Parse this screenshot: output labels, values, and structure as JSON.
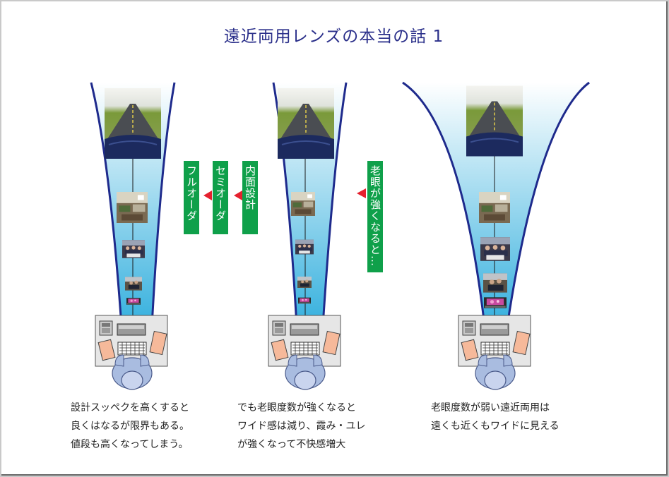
{
  "title": "遠近両用レンズの本当の話 1",
  "labels": {
    "full_order": "フルオーダー",
    "semi_order": "セミオーダー",
    "inner_design": "内面設計",
    "presbyopia_stronger": "老眼が強くなると…"
  },
  "captions": {
    "left": [
      "設計スッペクを高くすると",
      "良くはなるが限界もある。",
      "値段も高くなってしまう。"
    ],
    "middle": [
      "でも老眼度数が強くなると",
      "ワイド感は減り、霞み・ユレ",
      "が強くなって不快感増大"
    ],
    "right": [
      "老眼度数が弱い遠近両用は",
      "遠くも近くもワイドに見える"
    ]
  },
  "colors": {
    "title": "#2a2f8a",
    "funnel_outline": "#1e2a8c",
    "funnel_fill_top": "#ffffff",
    "funnel_fill_bottom": "#35b0de",
    "label_green": "#0fa04a",
    "arrow_red": "#e5202e"
  },
  "icons": {
    "photos": [
      "road-photo",
      "office-room-photo",
      "meeting-photo",
      "desk-workers-photo",
      "laptop-photo"
    ],
    "desk": [
      "desk-icon",
      "telephone-icon",
      "document-icon",
      "keyboard-icon",
      "monitor-icon",
      "person-top-view-icon"
    ]
  }
}
